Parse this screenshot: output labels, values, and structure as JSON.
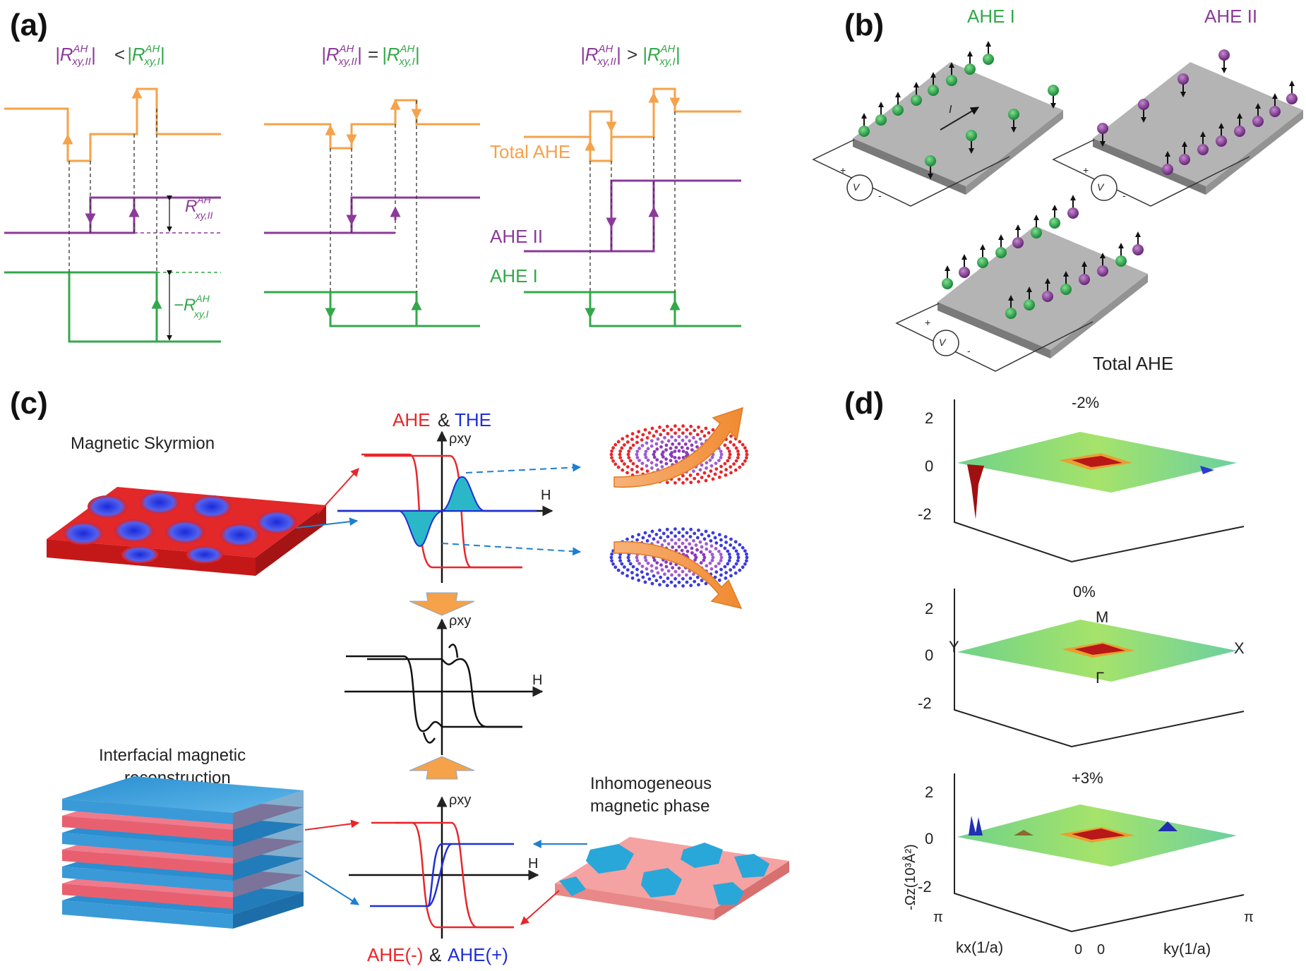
{
  "panels": {
    "a": {
      "label": "(a)",
      "cond1": {
        "left": "|R",
        "sub_left": "xy,II",
        "sup": "AH",
        "op": "<",
        "right_sub": "xy,I"
      },
      "cond_ops": [
        "<",
        "=",
        ">"
      ],
      "total": "Total AHE",
      "ahe2": "AHE II",
      "ahe1": "AHE I",
      "r2_label": "R",
      "r2_sup": "AH",
      "r2_sub": "xy,II",
      "r1_label": "−R",
      "r1_sup": "AH",
      "r1_sub": "xy,I"
    },
    "b": {
      "label": "(b)",
      "ahe1": "AHE I",
      "ahe2": "AHE II",
      "total": "Total AHE",
      "current": "I",
      "plus": "+",
      "minus": "-",
      "voltmeter": "V"
    },
    "c": {
      "label": "(c)",
      "skyrmion": "Magnetic Skyrmion",
      "ahe": "AHE",
      "amp": "&",
      "the": "THE",
      "rho": "ρxy",
      "h": "H",
      "interfacial": [
        "Interfacial magnetic",
        "reconstruction"
      ],
      "inhomog": [
        "Inhomogeneous",
        "magnetic phase"
      ],
      "aheneg": "AHE(-)",
      "ahepos": "AHE(+)"
    },
    "d": {
      "label": "(d)",
      "plots": [
        "-2%",
        "0%",
        "+3%"
      ],
      "zticks": [
        "2",
        "0",
        "-2"
      ],
      "points": {
        "y": "Y",
        "m": "M",
        "x": "X",
        "gamma": "Γ"
      },
      "zlabel": "-Ωz(10³Å²)",
      "kx": "kx(1/a)",
      "ky": "ky(1/a)",
      "pi": "π",
      "zero": "0"
    }
  },
  "colors": {
    "orange": "#f5a24a",
    "purple": "#8b3a99",
    "green": "#33a84a",
    "red": "#e8262a",
    "blue": "#1f2fd6",
    "cyan": "#2aa7d9",
    "pink": "#f08f8f"
  }
}
